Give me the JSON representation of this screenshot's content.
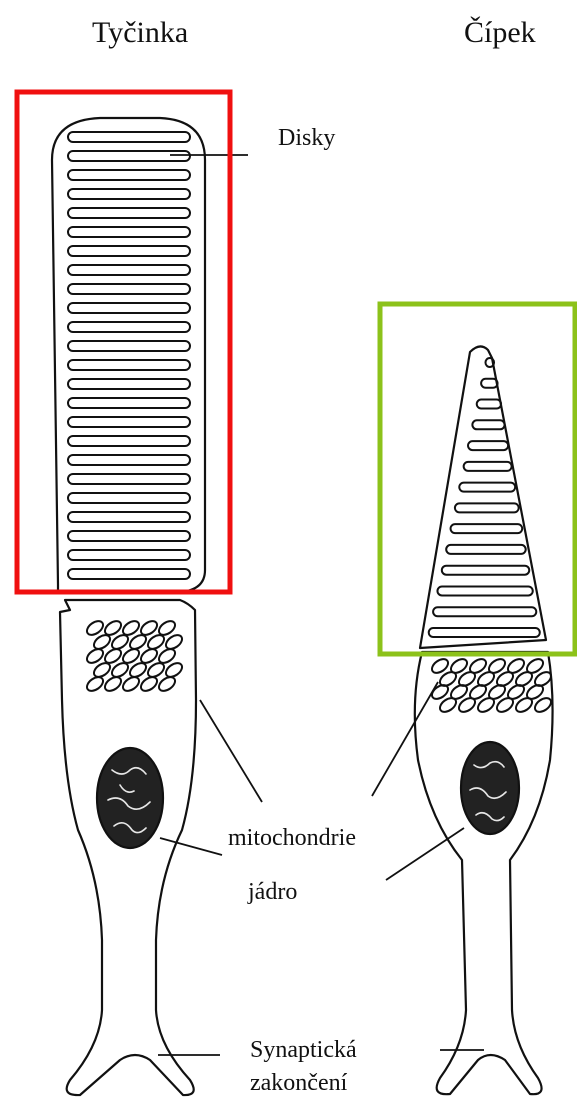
{
  "labels": {
    "rod_title": "Tyčinka",
    "cone_title": "Čípek",
    "discs": "Disky",
    "mitochondria": "mitochondrie",
    "nucleus": "jádro",
    "synaptic_line1": "Synaptická",
    "synaptic_line2": "zakončení"
  },
  "colors": {
    "rod_highlight": "#f01010",
    "cone_highlight": "#8cc21a",
    "ink": "#111111",
    "background": "#ffffff"
  }
}
